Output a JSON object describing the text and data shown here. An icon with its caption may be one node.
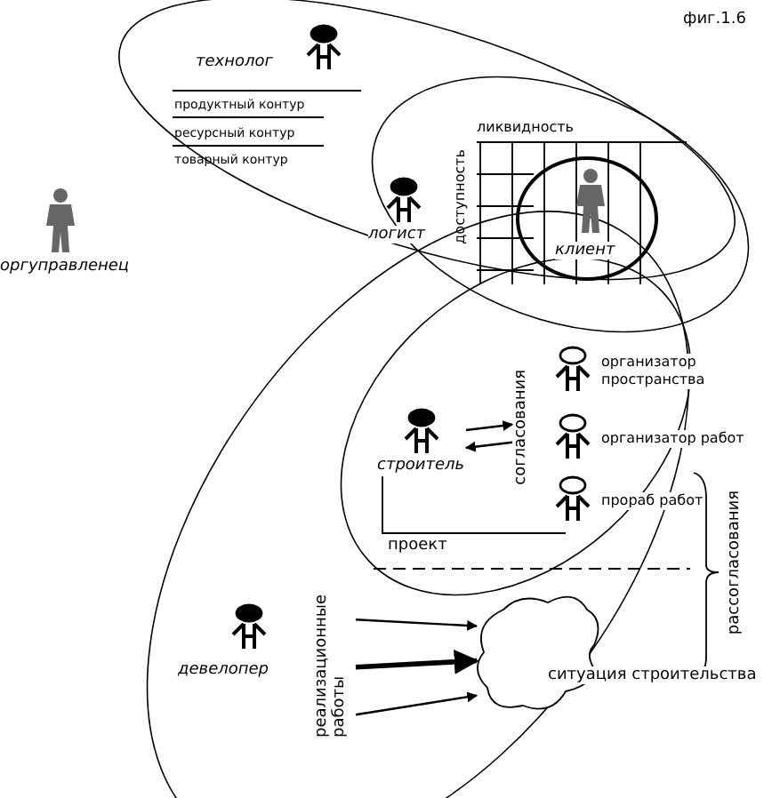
{
  "diagram": {
    "nodes": [
      {
        "text": [
          "технолог"
        ]
      },
      {
        "text": [
          "логист"
        ]
      },
      {
        "text": [
          "клиент"
        ]
      },
      {
        "text": [
          "оргуправленец"
        ]
      },
      {
        "text": [
          "строитель"
        ]
      },
      {
        "text": [
          "согласования"
        ]
      },
      {
        "text": [
          "организатор пространства"
        ]
      },
      {
        "text": [
          "организатор работ"
        ]
      },
      {
        "text": [
          "прораб работ"
        ]
      },
      {
        "text": [
          "девелопер"
        ]
      },
      {
        "text": [
          "реализационные работы"
        ]
      },
      {
        "text": [
          "ситуация строительства"
        ]
      }
    ],
    "edges": [
      {
        "from": 4,
        "to": 5,
        "arrow": "to"
      },
      {
        "from": 5,
        "to": 4,
        "arrow": "to"
      },
      {
        "from": 10,
        "to": 11,
        "arrow": "to"
      },
      {
        "from": 10,
        "to": 11,
        "arrow": "to",
        "style": "thick"
      },
      {
        "from": 10,
        "to": 11,
        "arrow": "to"
      }
    ],
    "labels": [
      "фиг.1.6",
      "продуктный контур",
      "ресурсный контур",
      "товарный контур",
      "ликвидность",
      "доступность",
      "проект",
      "рассогласования"
    ]
  }
}
